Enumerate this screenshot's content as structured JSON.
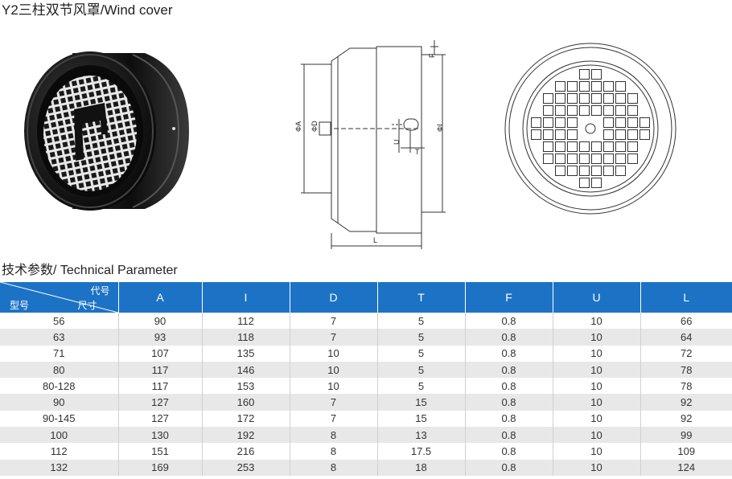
{
  "page": {
    "title": "Y2三柱双节风罩/Wind cover",
    "param_title": "技术参数/ Technical Parameter"
  },
  "diagram": {
    "labels": {
      "A": "ΦA",
      "D": "ΦD",
      "I": "ΦI",
      "U": "U",
      "T": "T",
      "F": "F",
      "L": "L"
    }
  },
  "table": {
    "corner": {
      "code": "代号",
      "size": "尺寸",
      "model": "型号"
    },
    "columns": [
      "A",
      "I",
      "D",
      "T",
      "F",
      "U",
      "L"
    ],
    "rows": [
      [
        "56",
        "90",
        "112",
        "7",
        "5",
        "0.8",
        "10",
        "66"
      ],
      [
        "63",
        "93",
        "118",
        "7",
        "5",
        "0.8",
        "10",
        "64"
      ],
      [
        "71",
        "107",
        "135",
        "10",
        "5",
        "0.8",
        "10",
        "72"
      ],
      [
        "80",
        "117",
        "146",
        "10",
        "5",
        "0.8",
        "10",
        "78"
      ],
      [
        "80-128",
        "117",
        "153",
        "10",
        "5",
        "0.8",
        "10",
        "78"
      ],
      [
        "90",
        "127",
        "160",
        "7",
        "15",
        "0.8",
        "10",
        "92"
      ],
      [
        "90-145",
        "127",
        "172",
        "7",
        "15",
        "0.8",
        "10",
        "92"
      ],
      [
        "100",
        "130",
        "192",
        "8",
        "13",
        "0.8",
        "10",
        "99"
      ],
      [
        "112",
        "151",
        "216",
        "8",
        "17.5",
        "0.8",
        "10",
        "109"
      ],
      [
        "132",
        "169",
        "253",
        "8",
        "18",
        "0.8",
        "10",
        "124"
      ]
    ]
  },
  "colors": {
    "header": "#1c73c5",
    "row_alt": "#e8e8e8"
  }
}
